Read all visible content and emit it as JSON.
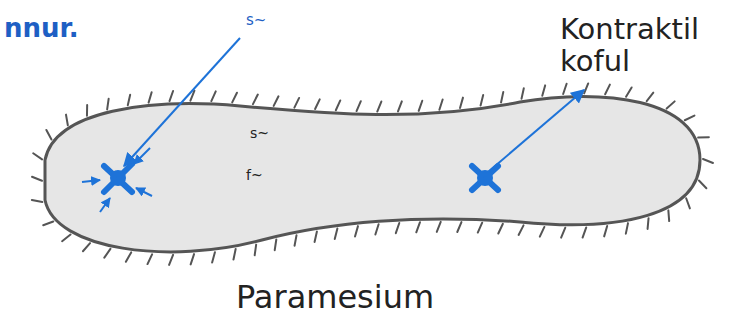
{
  "diagram": {
    "labels": [
      "nnur.",
      "s~",
      "Kontraktil koful",
      "s~",
      "f~",
      "Paramesium"
    ]
  }
}
